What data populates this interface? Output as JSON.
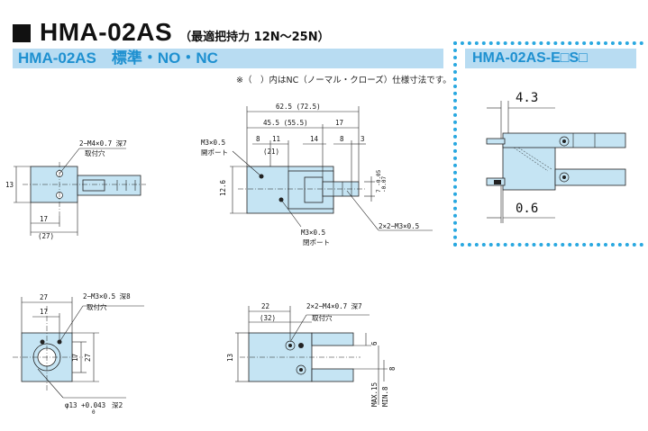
{
  "header": {
    "title": "HMA-02AS",
    "subtitle": "（最適把持力 12N～25N）"
  },
  "section_left": {
    "label": "HMA-02AS　標準・NO・NC"
  },
  "section_right": {
    "label": "HMA-02AS-E□S□"
  },
  "note": "※（　）内はNC（ノーマル・クローズ）仕様寸法です。",
  "view_top_left": {
    "callout": "2−M4×0.7 深7",
    "callout2": "取付穴",
    "dim_left": "13",
    "dim_bottom": "17",
    "dim_bottom2": "(27)"
  },
  "view_top_right": {
    "callout_port1": "M3×0.5",
    "callout_port1b": "開ポート",
    "dim_overall": "62.5 (72.5)",
    "dim_mid": "45.5 (55.5)",
    "dim_17": "17",
    "dim_8": "8",
    "dim_11": "11",
    "dim_21": "(21)",
    "dim_14": "14",
    "dim_8b": "8",
    "dim_3": "3",
    "dim_left": "12.6",
    "dim_right1": "7 -0.05",
    "dim_right2": "-0.07",
    "callout_port2": "M3×0.5",
    "callout_port2b": "閉ポート",
    "callout_tap": "2×2−M3×0.5"
  },
  "view_side_right": {
    "dim_top": "4.3",
    "dim_bottom": "0.6"
  },
  "view_end": {
    "dim_27": "27",
    "callout": "2−M3×0.5 深8",
    "callout2": "取付穴",
    "dim_17": "17",
    "dim_17v": "17",
    "dim_27v": "27",
    "dim_bore": "φ13 +0.043",
    "dim_bore2": "0",
    "dim_bore3": "深2"
  },
  "view_bottom": {
    "dim_22": "22",
    "dim_32": "(32)",
    "callout": "2×2−M4×0.7 深7",
    "callout2": "取付穴",
    "dim_13": "13",
    "dim_6": "6",
    "dim_max": "MAX.15",
    "dim_min": "MIN.8"
  }
}
